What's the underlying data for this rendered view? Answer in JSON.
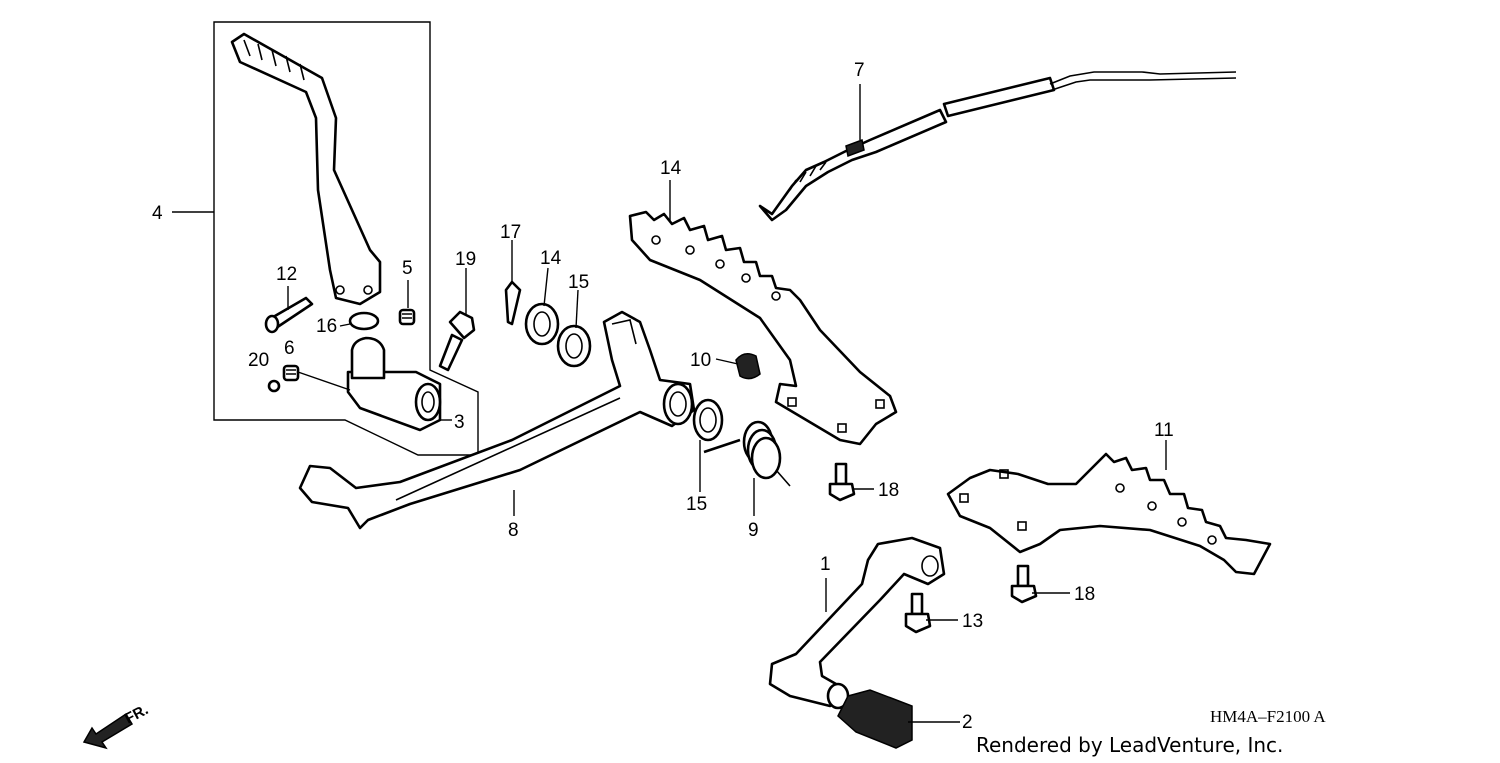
{
  "diagram": {
    "code": "HM4A–F2100 A",
    "credit": "Rendered by LeadVenture, Inc.",
    "front_marker": "FR.",
    "callouts": {
      "c1": "1",
      "c2": "2",
      "c3": "3",
      "c4": "4",
      "c5": "5",
      "c6": "6",
      "c7": "7",
      "c8": "8",
      "c9": "9",
      "c10": "10",
      "c11": "11",
      "c12": "12",
      "c13": "13",
      "c14a": "14",
      "c14b": "14",
      "c15a": "15",
      "c15b": "15",
      "c16": "16",
      "c17": "17",
      "c18a": "18",
      "c18b": "18",
      "c19": "19",
      "c20": "20"
    }
  }
}
